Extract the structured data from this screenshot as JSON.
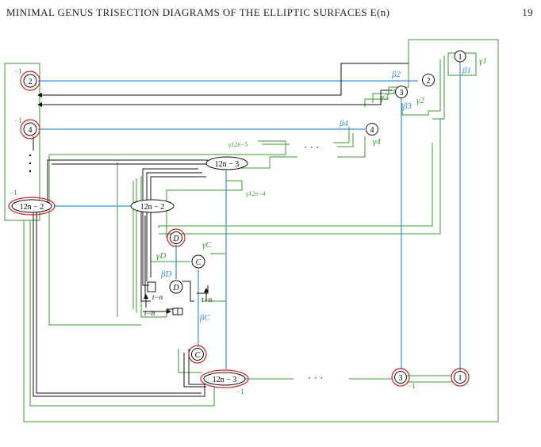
{
  "header": {
    "title": "MINIMAL GENUS TRISECTION DIAGRAMS OF THE ELLIPTIC SURFACES E(n)",
    "page_number": "19"
  },
  "labels": {
    "beta1": "β1",
    "beta2": "β2",
    "beta3": "β3",
    "beta4": "β4",
    "betaD": "βD",
    "betaC": "βC",
    "gamma1": "γ1",
    "gamma2": "γ2",
    "gamma3": "γ3",
    "gamma4": "γ4",
    "gamma12n5": "γ12n−5",
    "gamma12n4": "γ12n−4",
    "gammaC": "γC",
    "gammaD": "γD",
    "minus1": "−1",
    "t_minus_n": "t−n",
    "dots": "· · ·"
  },
  "nodes": {
    "n1": "1",
    "n2": "2",
    "n3": "3",
    "n4": "4",
    "n12n2": "12n − 2",
    "n12n3": "12n − 3",
    "nD": "D",
    "nC": "C"
  },
  "colors": {
    "blue": "#3a8fd8",
    "green": "#3a9a2e",
    "red": "#d42020",
    "black": "#111111"
  }
}
